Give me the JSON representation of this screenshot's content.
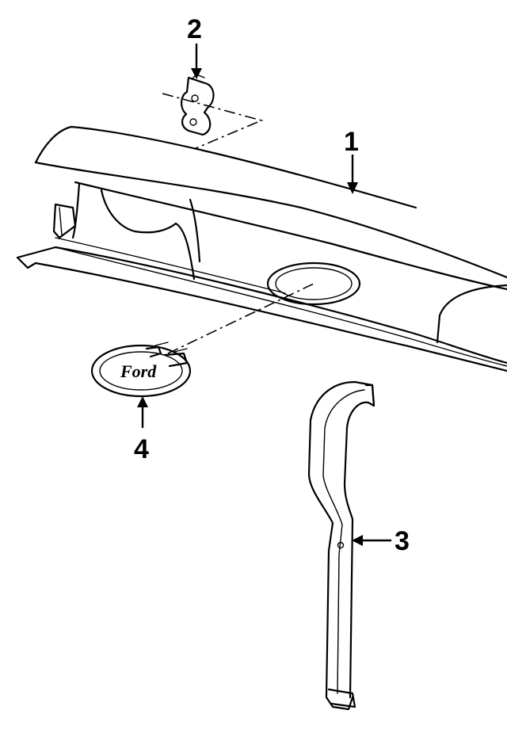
{
  "callouts": {
    "c1": "1",
    "c2": "2",
    "c3": "3",
    "c4": "4"
  },
  "emblem": {
    "text": "Ford"
  },
  "colors": {
    "line": "#000000",
    "background": "#ffffff"
  }
}
